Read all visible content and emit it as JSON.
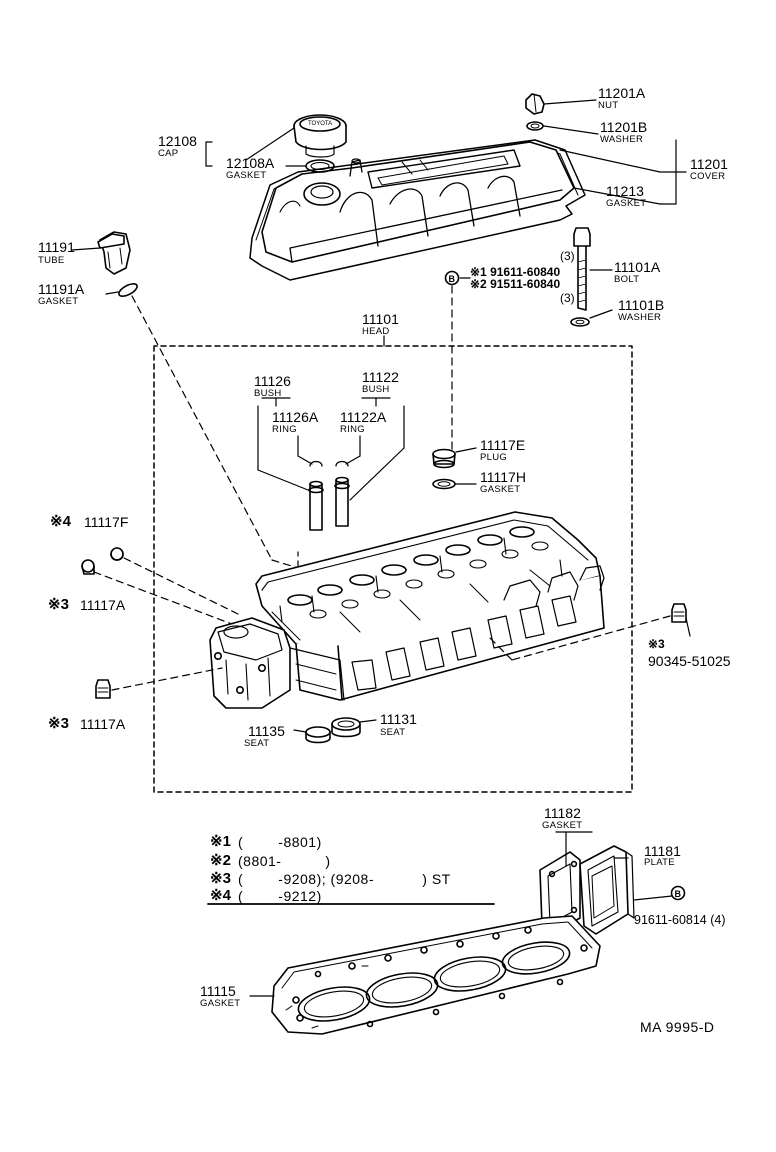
{
  "parts": {
    "p11201A": {
      "num": "11201A",
      "name": "NUT"
    },
    "p11201B": {
      "num": "11201B",
      "name": "WASHER"
    },
    "p11201": {
      "num": "11201",
      "name": "COVER"
    },
    "p11213": {
      "num": "11213",
      "name": "GASKET"
    },
    "p12108": {
      "num": "12108",
      "name": "CAP"
    },
    "p12108A": {
      "num": "12108A",
      "name": "GASKET"
    },
    "p11191": {
      "num": "11191",
      "name": "TUBE"
    },
    "p11191A": {
      "num": "11191A",
      "name": "GASKET"
    },
    "p11101A": {
      "num": "11101A",
      "name": "BOLT"
    },
    "p11101B": {
      "num": "11101B",
      "name": "WASHER"
    },
    "p11101": {
      "num": "11101",
      "name": "HEAD"
    },
    "p11126": {
      "num": "11126",
      "name": "BUSH"
    },
    "p11122": {
      "num": "11122",
      "name": "BUSH"
    },
    "p11126A": {
      "num": "11126A",
      "name": "RING"
    },
    "p11122A": {
      "num": "11122A",
      "name": "RING"
    },
    "p11117E": {
      "num": "11117E",
      "name": "PLUG"
    },
    "p11117H": {
      "num": "11117H",
      "name": "GASKET"
    },
    "p11117F": {
      "num": "11117F",
      "mark": "※4"
    },
    "p11117A_1": {
      "num": "11117A",
      "mark": "※3"
    },
    "p11117A_2": {
      "num": "11117A",
      "mark": "※3"
    },
    "p90345": {
      "num": "90345-51025",
      "mark": "※3"
    },
    "p11135": {
      "num": "11135",
      "name": "SEAT"
    },
    "p11131": {
      "num": "11131",
      "name": "SEAT"
    },
    "p11182": {
      "num": "11182",
      "name": "GASKET"
    },
    "p11181": {
      "num": "11181",
      "name": "PLATE"
    },
    "p91611": {
      "num": "91611-60814 (4)",
      "ref": "B"
    },
    "p11115": {
      "num": "11115",
      "name": "GASKET"
    }
  },
  "bolt_codes": {
    "ref": "B",
    "line1": "※1 91611-60840",
    "line2": "※2 91511-60840",
    "qty1": "(3)",
    "qty2": "(3)"
  },
  "legend": [
    {
      "mark": "※1",
      "range": "(        -8801)"
    },
    {
      "mark": "※2",
      "range": "(8801-          )"
    },
    {
      "mark": "※3",
      "range": "(        -9208); (9208-           ) ST"
    },
    {
      "mark": "※4",
      "range": "(        -9212)"
    }
  ],
  "drawing_code": "MA 9995-D"
}
